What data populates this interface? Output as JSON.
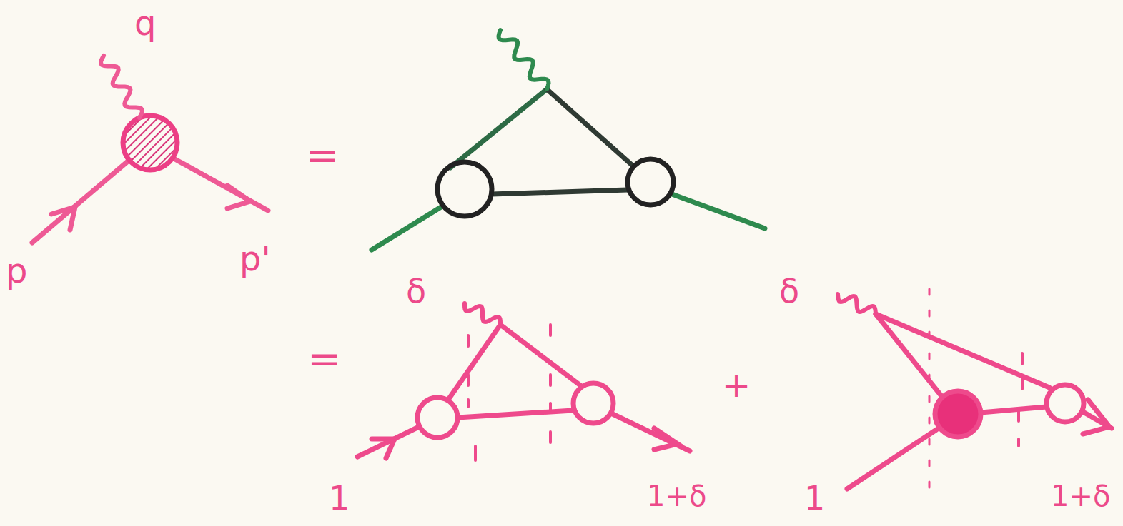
{
  "diagram": {
    "labels": [
      "q",
      "=",
      "p",
      "p'",
      "δ",
      "δ",
      "=",
      "+",
      "1",
      "1+δ",
      "1",
      "1+δ"
    ]
  }
}
